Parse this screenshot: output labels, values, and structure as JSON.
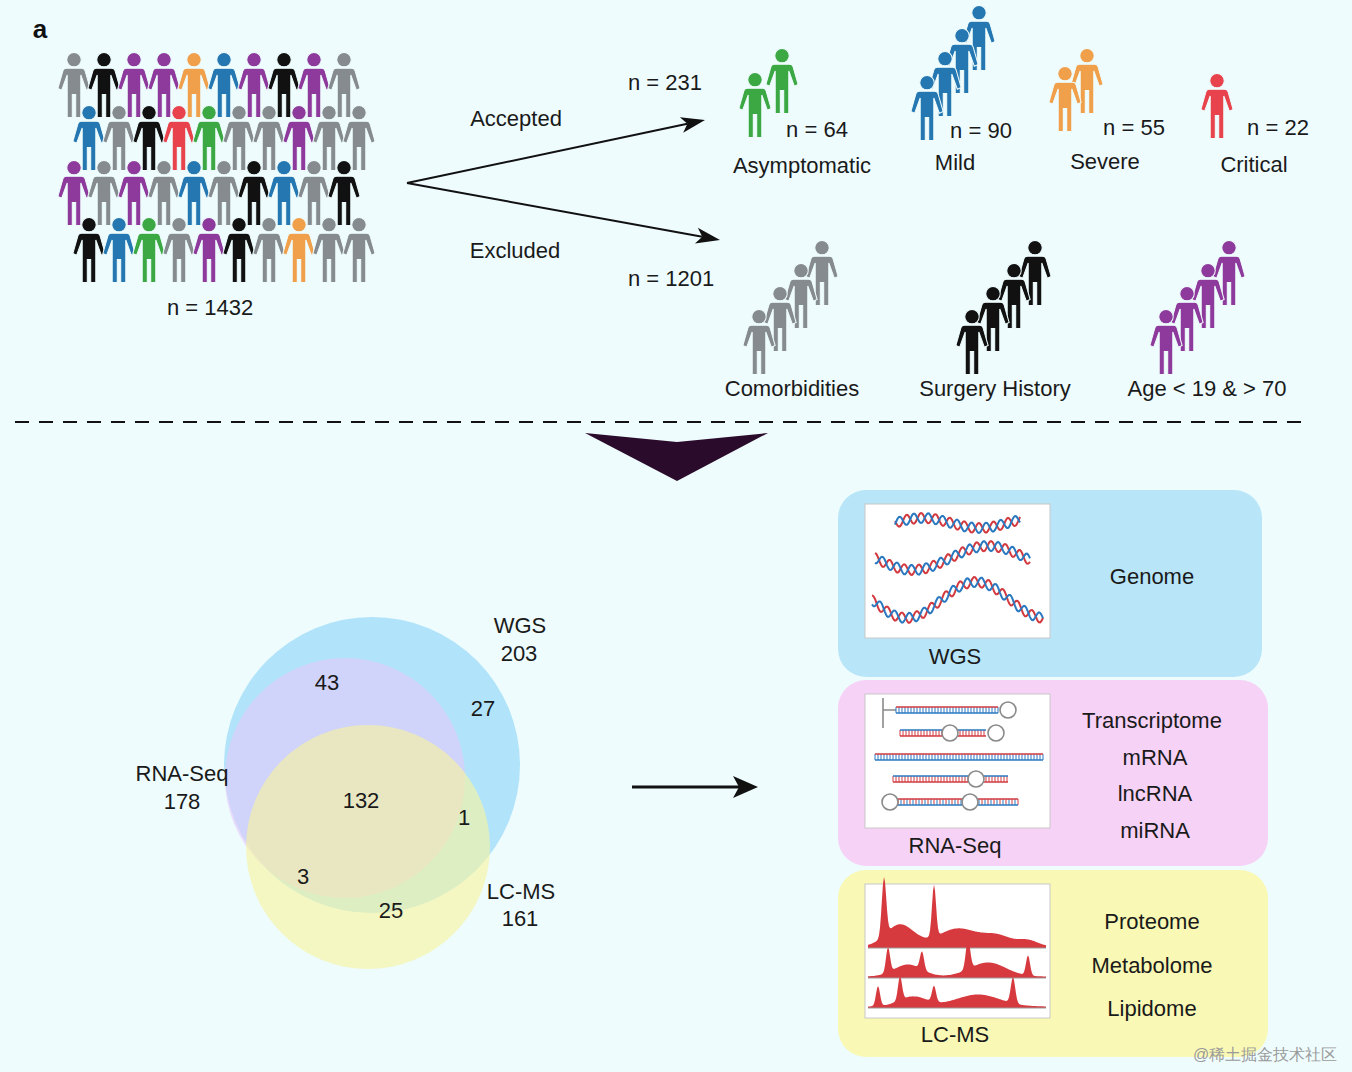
{
  "diagram": {
    "nodes": [
      {
        "text": [
          "n = 1432"
        ]
      },
      {
        "text": [
          "n = 231"
        ]
      },
      {
        "text": [
          "n = 64",
          "Asymptomatic"
        ],
        "in": 1
      },
      {
        "text": [
          "n = 90",
          "Mild"
        ],
        "in": 1
      },
      {
        "text": [
          "n = 55",
          "Severe"
        ],
        "in": 1
      },
      {
        "text": [
          "n = 22",
          "Critical"
        ],
        "in": 1
      },
      {
        "text": [
          "n = 1201"
        ]
      },
      {
        "text": [
          "Comorbidities"
        ],
        "in": 6
      },
      {
        "text": [
          "Surgery History"
        ],
        "in": 6
      },
      {
        "text": [
          "Age < 19 & > 70"
        ],
        "in": 6
      },
      {
        "text": [
          "WGS",
          "203"
        ]
      },
      {
        "text": [
          "RNA-Seq",
          "178"
        ]
      },
      {
        "text": [
          "LC-MS",
          "161"
        ]
      },
      {
        "text": [
          "WGS",
          "Genome"
        ]
      },
      {
        "text": [
          "RNA-Seq",
          "Transcriptome",
          "mRNA",
          "lncRNA",
          "miRNA"
        ]
      },
      {
        "text": [
          "LC-MS",
          "Proteome",
          "Metabolome",
          "Lipidome"
        ]
      }
    ],
    "edges": [
      {
        "from": 0,
        "to": 1,
        "label": "Accepted",
        "arrow": "to"
      },
      {
        "from": 0,
        "to": 6,
        "label": "Excluded",
        "arrow": "to"
      }
    ],
    "labels": [
      "a",
      "43",
      "27",
      "132",
      "1",
      "3",
      "25",
      "@稀土掘金技术社区"
    ]
  }
}
